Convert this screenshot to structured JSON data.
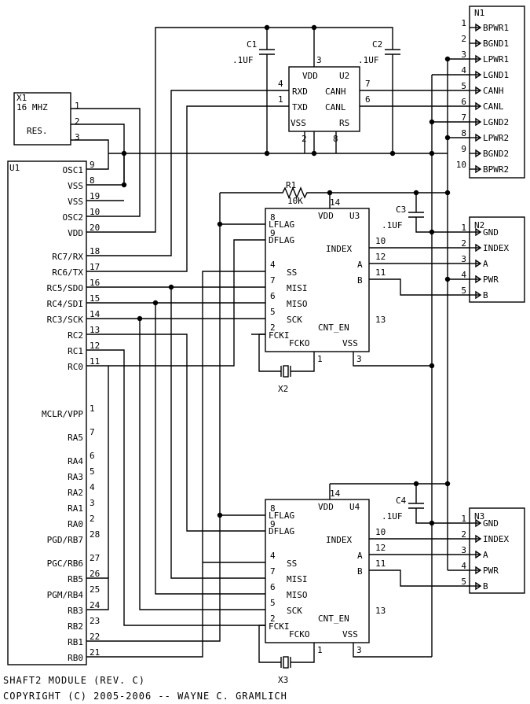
{
  "footer": {
    "line1": "SHAFT2 MODULE (REV. C)",
    "line2": "COPYRIGHT (C) 2005-2006 -- WAYNE C. GRAMLICH"
  },
  "x1": {
    "ref": "X1",
    "value": "16 MHZ",
    "label": "RES.",
    "pins": [
      "1",
      "2",
      "3"
    ]
  },
  "c1": {
    "ref": "C1",
    "value": ".1UF"
  },
  "c2": {
    "ref": "C2",
    "value": ".1UF"
  },
  "c3": {
    "ref": "C3",
    "value": ".1UF"
  },
  "c4": {
    "ref": "C4",
    "value": ".1UF"
  },
  "r1": {
    "ref": "R1",
    "value": "10K"
  },
  "x2": {
    "ref": "X2"
  },
  "x3": {
    "ref": "X3"
  },
  "u2": {
    "ref": "U2",
    "vdd": "VDD",
    "rxd": "RXD",
    "txd": "TXD",
    "vss": "VSS",
    "canh": "CANH",
    "canl": "CANL",
    "rs": "RS",
    "p1": "1",
    "p2": "2",
    "p3": "3",
    "p4": "4",
    "p6": "6",
    "p7": "7",
    "p8": "8"
  },
  "u1": {
    "ref": "U1",
    "right_labels": [
      "OSC1",
      "VSS",
      "VSS",
      "OSC2",
      "VDD",
      "RC7/RX",
      "RC6/TX",
      "RC5/SDO",
      "RC4/SDI",
      "RC3/SCK",
      "RC2",
      "RC1",
      "RC0",
      "MCLR/VPP",
      "RA5",
      "RA4",
      "RA3",
      "RA2",
      "RA1",
      "RA0",
      "PGD/RB7",
      "PGC/RB6",
      "RB5",
      "PGM/RB4",
      "RB3",
      "RB2",
      "RB1",
      "RB0"
    ],
    "pins": [
      "9",
      "8",
      "19",
      "10",
      "20",
      "18",
      "17",
      "16",
      "15",
      "14",
      "13",
      "12",
      "11",
      "1",
      "7",
      "6",
      "5",
      "4",
      "3",
      "2",
      "28",
      "27",
      "26",
      "25",
      "24",
      "23",
      "22",
      "21"
    ]
  },
  "u3": {
    "ref": "U3",
    "vdd": "VDD",
    "lflag": "LFLAG",
    "dflag": "DFLAG",
    "index": "INDEX",
    "a": "A",
    "b": "B",
    "ss": "SS",
    "mosi": "MISI",
    "miso": "MISO",
    "sck": "SCK",
    "cnt_en": "CNT_EN",
    "fcki": "FCKI",
    "fcko": "FCKO",
    "vss": "VSS",
    "p14": "14",
    "p8": "8",
    "p9": "9",
    "p10": "10",
    "p12": "12",
    "p11": "11",
    "p4": "4",
    "p7": "7",
    "p6": "6",
    "p5": "5",
    "p13": "13",
    "p2": "2",
    "p1": "1",
    "p3": "3"
  },
  "u4": {
    "ref": "U4",
    "vdd": "VDD",
    "lflag": "LFLAG",
    "dflag": "DFLAG",
    "index": "INDEX",
    "a": "A",
    "b": "B",
    "ss": "SS",
    "mosi": "MISI",
    "miso": "MISO",
    "sck": "SCK",
    "cnt_en": "CNT_EN",
    "fcki": "FCKI",
    "fcko": "FCKO",
    "vss": "VSS",
    "p14": "14",
    "p8": "8",
    "p9": "9",
    "p10": "10",
    "p12": "12",
    "p11": "11",
    "p4": "4",
    "p7": "7",
    "p6": "6",
    "p5": "5",
    "p13": "13",
    "p2": "2",
    "p1": "1",
    "p3": "3"
  },
  "n1": {
    "ref": "N1",
    "labels": [
      "BPWR1",
      "BGND1",
      "LPWR1",
      "LGND1",
      "CANH",
      "CANL",
      "LGND2",
      "LPWR2",
      "BGND2",
      "BPWR2"
    ],
    "pins": [
      "1",
      "2",
      "3",
      "4",
      "5",
      "6",
      "7",
      "8",
      "9",
      "10"
    ]
  },
  "n2": {
    "ref": "N2",
    "labels": [
      "GND",
      "INDEX",
      "A",
      "PWR",
      "B"
    ],
    "pins": [
      "1",
      "2",
      "3",
      "4",
      "5"
    ]
  },
  "n3": {
    "ref": "N3",
    "labels": [
      "GND",
      "INDEX",
      "A",
      "PWR",
      "B"
    ],
    "pins": [
      "1",
      "2",
      "3",
      "4",
      "5"
    ]
  }
}
